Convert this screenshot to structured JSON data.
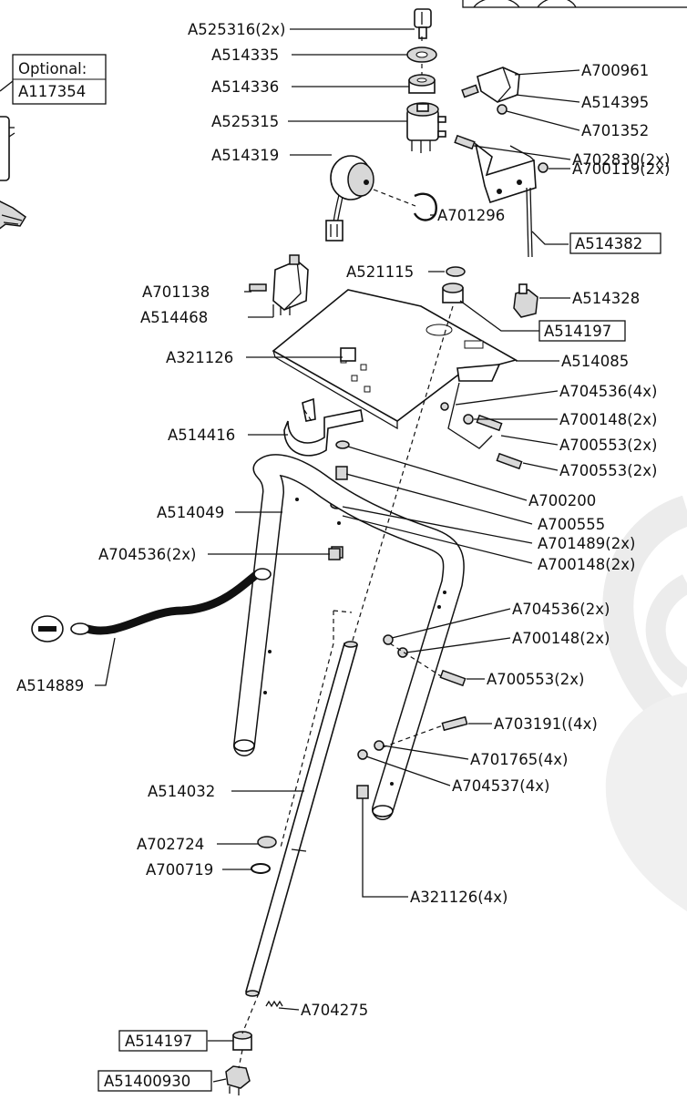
{
  "callouts": {
    "optional_heading": "Optional:",
    "optional_part": "A117354",
    "a525316": "A525316(2x)",
    "a514335": "A514335",
    "a514336": "A514336",
    "a525315": "A525315",
    "a514319": "A514319",
    "a701296": "A701296",
    "a700961": "A700961",
    "a514395": "A514395",
    "a701352": "A701352",
    "a702830": "A702830(2x)",
    "a700119": "A700119(2x)",
    "a514382": "A514382",
    "a521115": "A521115",
    "a514328": "A514328",
    "a701138": "A701138",
    "a514468": "A514468",
    "a514197_top": "A514197",
    "a321126_top": "A321126",
    "a514085": "A514085",
    "a704536_4x": "A704536(4x)",
    "a700148_2x_a": "A700148(2x)",
    "a514416": "A514416",
    "a700553_2x_a": "A700553(2x)",
    "a700553_2x_b": "A700553(2x)",
    "a700200": "A700200",
    "a514049": "A514049",
    "a700555": "A700555",
    "a701489": "A701489(2x)",
    "a704536_2x_left": "A704536(2x)",
    "a700148_2x_b": "A700148(2x)",
    "a704536_2x_right": "A704536(2x)",
    "a700148_2x_c": "A700148(2x)",
    "a514889": "A514889",
    "a700553_2x_c": "A700553(2x)",
    "a703191": "A703191((4x)",
    "a701765": "A701765(4x)",
    "a514032": "A514032",
    "a704537": "A704537(4x)",
    "a702724": "A702724",
    "a700719": "A700719",
    "a321126_bottom": "A321126(4x)",
    "a704275": "A704275",
    "a514197_bottom": "A514197",
    "a51400930": "A51400930"
  }
}
